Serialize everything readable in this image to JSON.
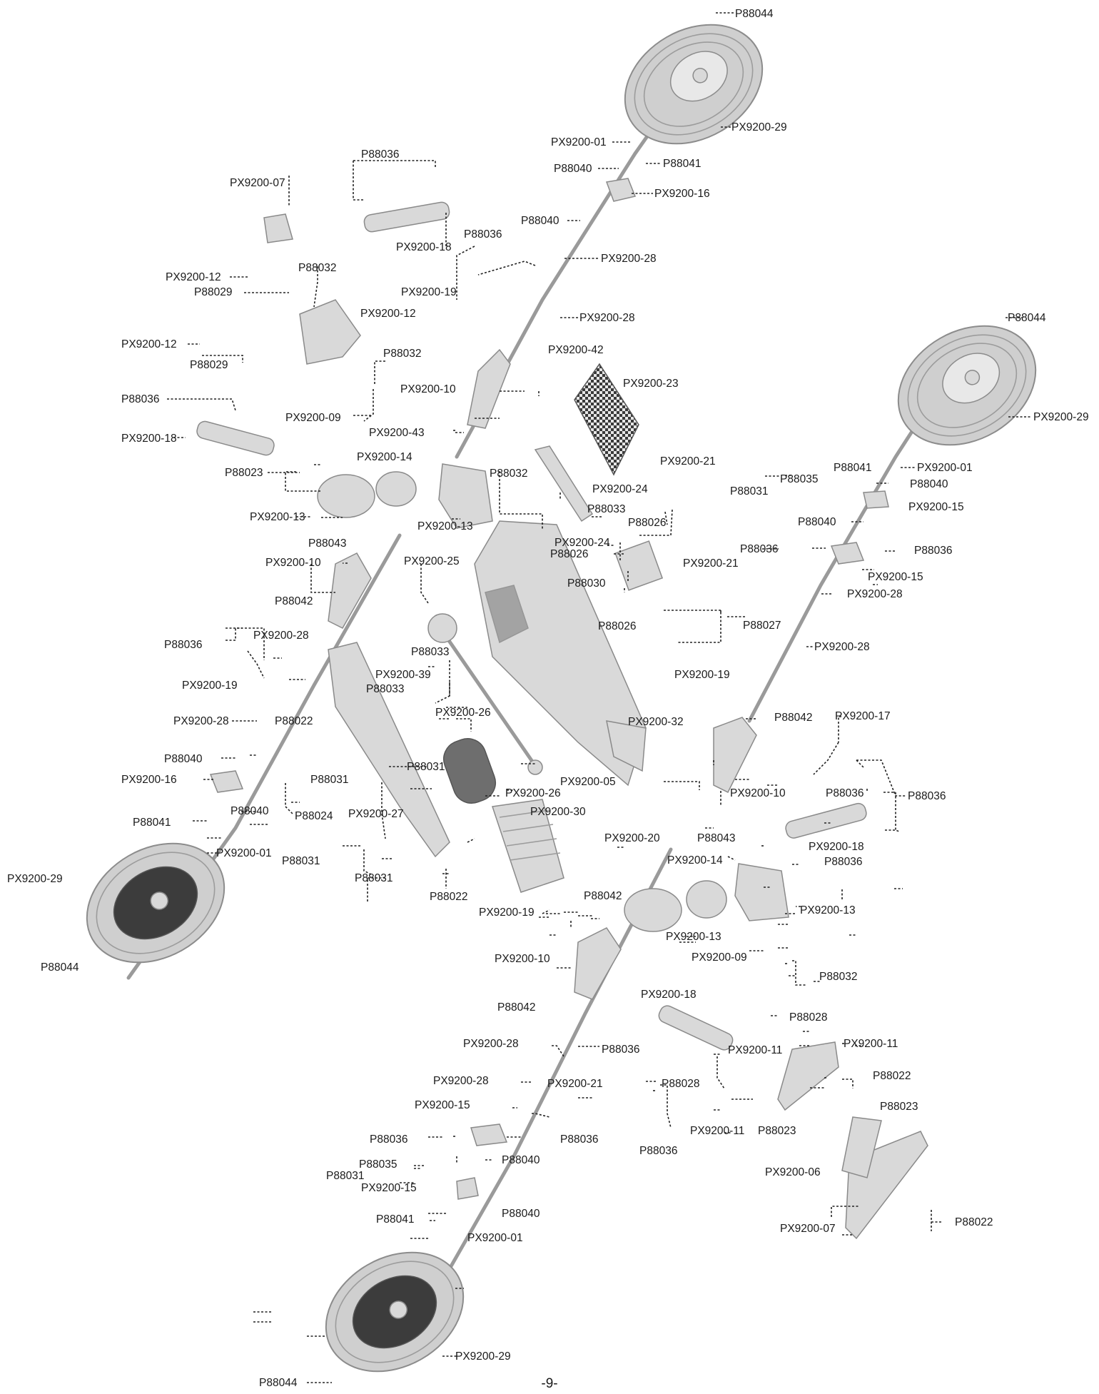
{
  "page": {
    "number": "-9-"
  },
  "labels": [
    "P88044",
    "PX9200-29",
    "PX9200-01",
    "P88040",
    "P88041",
    "PX9200-16",
    "P88040",
    "PX9200-28",
    "P88036",
    "PX9200-18",
    "P88036",
    "PX9200-19",
    "PX9200-28",
    "PX9200-07",
    "PX9200-12",
    "P88032",
    "P88029",
    "PX9200-12",
    "PX9200-12",
    "P88029",
    "P88032",
    "PX9200-10",
    "PX9200-42",
    "PX9200-09",
    "P88036",
    "PX9200-18",
    "PX9200-43",
    "PX9200-23",
    "P88044",
    "PX9200-29",
    "P88023",
    "PX9200-14",
    "PX9200-13",
    "PX9200-13",
    "P88032",
    "PX9200-24",
    "PX9200-21",
    "P88041",
    "PX9200-01",
    "P88035",
    "P88031",
    "P88040",
    "PX9200-15",
    "P88033",
    "P88026",
    "P88043",
    "PX9200-24",
    "P88026",
    "PX9200-21",
    "P88040",
    "P88036",
    "P88036",
    "PX9200-15",
    "PX9200-10",
    "PX9200-25",
    "P88030",
    "P88042",
    "P88026",
    "PX9200-28",
    "P88027",
    "P88036",
    "PX9200-28",
    "PX9200-28",
    "P88033",
    "PX9200-19",
    "PX9200-39",
    "P88033",
    "PX9200-19",
    "PX9200-26",
    "PX9200-28",
    "P88022",
    "PX9200-32",
    "P88042",
    "PX9200-17",
    "P88040",
    "PX9200-16",
    "P88031",
    "P88031",
    "PX9200-26",
    "PX9200-05",
    "PX9200-10",
    "P88036",
    "P88036",
    "PX9200-30",
    "P88040",
    "P88024",
    "PX9200-27",
    "P88041",
    "PX9200-01",
    "P88031",
    "PX9200-20",
    "P88043",
    "PX9200-18",
    "PX9200-14",
    "P88036",
    "P88031",
    "PX9200-29",
    "P88022",
    "P88042",
    "PX9200-13",
    "PX9200-19",
    "PX9200-13",
    "P88044",
    "PX9200-10",
    "PX9200-09",
    "P88032",
    "P88042",
    "PX9200-18",
    "P88028",
    "PX9200-28",
    "PX9200-11",
    "P88036",
    "PX9200-11",
    "P88022",
    "PX9200-28",
    "PX9200-21",
    "P88028",
    "PX9200-15",
    "P88023",
    "P88036",
    "P88036",
    "PX9200-11",
    "P88023",
    "P88040",
    "P88035",
    "PX9200-06",
    "P88031",
    "PX9200-15",
    "P88036",
    "P88040",
    "P88041",
    "PX9200-07",
    "P88022",
    "PX9200-01",
    "PX9200-29",
    "P88044"
  ],
  "colors": {
    "part_fill": "#d9d9d9",
    "part_stroke": "#8a8a8a",
    "leader_line": "#222222",
    "label_text": "#1a1a1a"
  }
}
